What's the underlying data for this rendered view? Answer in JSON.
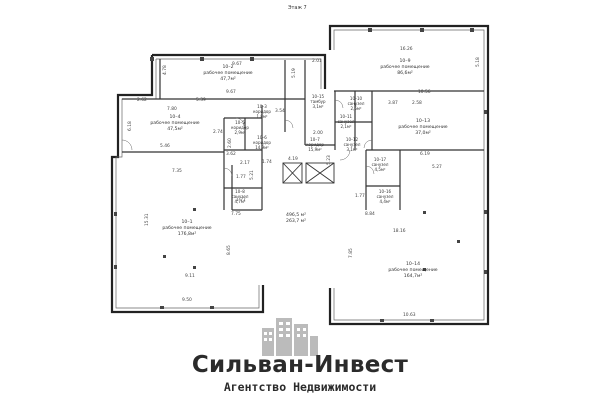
{
  "header": {
    "floor_label": "Этаж 7"
  },
  "rooms": [
    {
      "id": "r2",
      "num": "10–2",
      "type": "рабочее помещение",
      "area": "47,7м²"
    },
    {
      "id": "r9",
      "num": "10–9",
      "type": "рабочее помещение",
      "area": "86,6м²"
    },
    {
      "id": "r4",
      "num": "10–4",
      "type": "рабочее помещение",
      "area": "47,5м²"
    },
    {
      "id": "r13",
      "num": "10–13",
      "type": "рабочее помещение",
      "area": "37,0м²"
    },
    {
      "id": "r1",
      "num": "10–1",
      "type": "рабочее помещение",
      "area": "176,8м²"
    },
    {
      "id": "r14",
      "num": "10–14",
      "type": "рабочее помещение",
      "area": "164,7м²"
    },
    {
      "id": "r15",
      "num": "10–15",
      "type": "тамбур",
      "area": "3,1м²"
    },
    {
      "id": "r10",
      "num": "10–10",
      "type": "санузел",
      "area": "2,5м²"
    },
    {
      "id": "r3",
      "num": "10–3",
      "type": "коридор",
      "area": "1,8м²"
    },
    {
      "id": "r5",
      "num": "10–5",
      "type": "коридор",
      "area": "2,9м²"
    },
    {
      "id": "r11",
      "num": "10–11",
      "type": "санузел",
      "area": "2,1м²"
    },
    {
      "id": "r12",
      "num": "10–12",
      "type": "санузел",
      "area": "3,1м²"
    },
    {
      "id": "r6",
      "num": "10–6",
      "type": "коридор",
      "area": "14,9м²"
    },
    {
      "id": "r7",
      "num": "10–7",
      "type": "коридор",
      "area": "15,9м²"
    },
    {
      "id": "r8",
      "num": "10–8",
      "type": "санузел",
      "area": "4,7м²"
    },
    {
      "id": "r16",
      "num": "10–16",
      "type": "санузел",
      "area": "4,4м²"
    },
    {
      "id": "r17",
      "num": "10–17",
      "type": "санузел",
      "area": "4,5м²"
    }
  ],
  "total": {
    "line1": "496,5 м²",
    "line2": "263,7 м²"
  },
  "dimensions": [
    "9.67",
    "4.78",
    "5.19",
    "2.01",
    "16.26",
    "5.18",
    "9.67",
    "2.62",
    "7.80",
    "5.39",
    "3.54",
    "3.87",
    "2.58",
    "10.56",
    "6.18",
    "2.74",
    "2.00",
    "2.60",
    "5.46",
    "3.62",
    "1.74",
    "6.19",
    "5.27",
    "7.35",
    "2.17",
    "1.77",
    "1.77",
    "8.84",
    "7.75",
    "8.65",
    "18.16",
    "15.31",
    "9.11",
    "7.85",
    "9.50",
    "10.63",
    "5.23",
    "4.19",
    "5.21",
    "1.77"
  ],
  "brand": {
    "name": "Сильван-Инвест",
    "subtitle": "Агентство Недвижимости"
  },
  "colors": {
    "wall": "#222222",
    "line": "#555555",
    "text": "#333333",
    "brand": "#2b2b2b"
  }
}
